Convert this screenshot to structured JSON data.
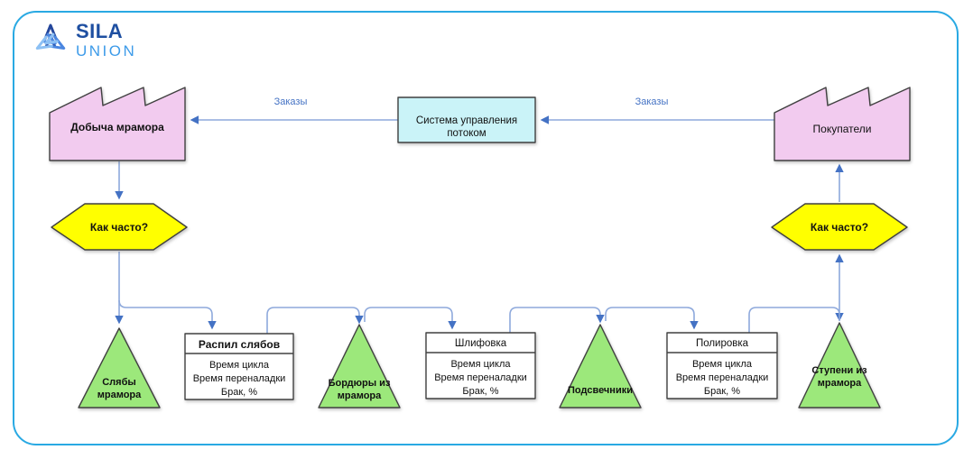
{
  "brand": {
    "line1": "SILA",
    "line2": "UNION"
  },
  "colors": {
    "frame_border": "#29A9E3",
    "factory_fill": "#F2CBEF",
    "control_fill": "#CAF3F8",
    "question_fill": "#FFFF00",
    "inventory_fill": "#9CE87B",
    "process_fill": "#FFFFFF",
    "shape_stroke": "#404040",
    "connector": "#8EA9DC",
    "arrow": "#4472C4",
    "order_label": "#4472C4",
    "brand_dark": "#1E4FA1",
    "brand_light": "#3D9BE9"
  },
  "diagram": {
    "factory_left": "Добыча мрамора",
    "factory_right": "Покупатели",
    "control_box": "Система управления потоком",
    "order_left": "Заказы",
    "order_right": "Заказы",
    "question_left": "Как часто?",
    "question_right": "Как часто?",
    "inventories": [
      {
        "label": "Слябы мрамора"
      },
      {
        "label": "Бордюры из мрамора"
      },
      {
        "label": "Подсвечники"
      },
      {
        "label": "Ступени из мрамора"
      }
    ],
    "processes": [
      {
        "title": "Распил слябов",
        "metrics": [
          "Время цикла",
          "Время переналадки",
          "Брак, %"
        ]
      },
      {
        "title": "Шлифовка",
        "metrics": [
          "Время цикла",
          "Время переналадки",
          "Брак, %"
        ]
      },
      {
        "title": "Полировка",
        "metrics": [
          "Время цикла",
          "Время переналадки",
          "Брак, %"
        ]
      }
    ]
  }
}
